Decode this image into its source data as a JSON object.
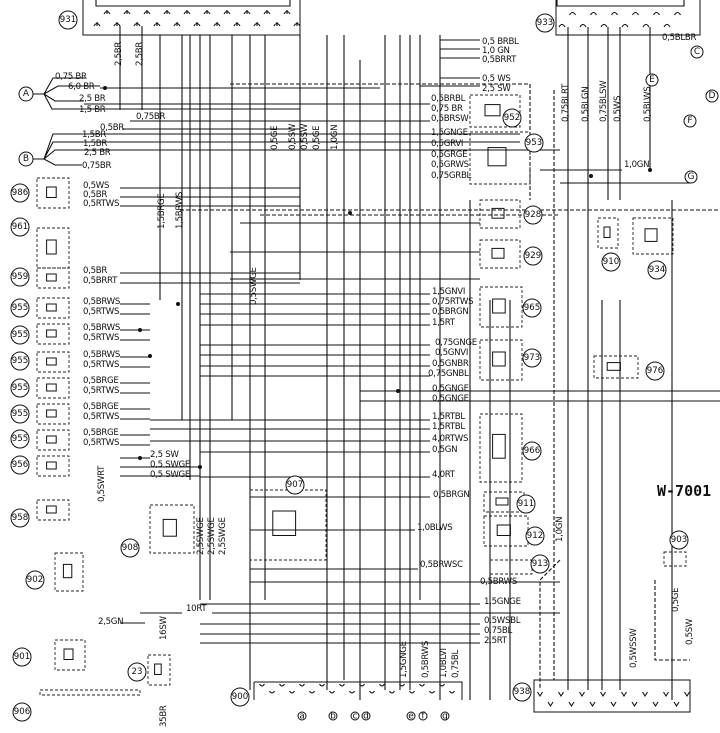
{
  "diagram_code": "W-7001",
  "connectors": {
    "top_left": "931",
    "top_right": "933",
    "bottom_left": "900",
    "bottom_right": "938"
  },
  "components": [
    {
      "id": "952"
    },
    {
      "id": "953"
    },
    {
      "id": "928"
    },
    {
      "id": "929"
    },
    {
      "id": "965"
    },
    {
      "id": "973"
    },
    {
      "id": "966"
    },
    {
      "id": "910"
    },
    {
      "id": "934"
    },
    {
      "id": "976"
    },
    {
      "id": "911"
    },
    {
      "id": "912"
    },
    {
      "id": "913"
    },
    {
      "id": "903"
    },
    {
      "id": "986"
    },
    {
      "id": "961"
    },
    {
      "id": "959"
    },
    {
      "id": "955a"
    },
    {
      "id": "955b"
    },
    {
      "id": "955c"
    },
    {
      "id": "955d"
    },
    {
      "id": "955e"
    },
    {
      "id": "955f"
    },
    {
      "id": "956"
    },
    {
      "id": "958"
    },
    {
      "id": "908"
    },
    {
      "id": "907"
    },
    {
      "id": "902"
    },
    {
      "id": "901"
    },
    {
      "id": "906"
    },
    {
      "id": "23"
    }
  ],
  "component_labels": [
    "952",
    "953",
    "928",
    "929",
    "965",
    "973",
    "966",
    "910",
    "934",
    "976",
    "911",
    "912",
    "913",
    "903",
    "986",
    "961",
    "959",
    "955",
    "955",
    "955",
    "955",
    "955",
    "955",
    "956",
    "958",
    "908",
    "907",
    "902",
    "901",
    "906",
    "23"
  ],
  "ground_points": [
    "A",
    "B",
    "C",
    "D",
    "E",
    "F",
    "G"
  ],
  "plug_900_terminals": [
    "a",
    "b",
    "c",
    "d",
    "e",
    "f",
    "g"
  ],
  "wires": {
    "ground_a": [
      "0,75 BR",
      "6,0 BR",
      "2,5 BR",
      "1,5 BR",
      "0,75BR",
      "0,5BR"
    ],
    "ground_a_vertical": [
      "2,5BR",
      "2,5BR"
    ],
    "ground_b": [
      "1,5BR",
      "1,5BR",
      "2,5 BR",
      "0,75BR"
    ],
    "s986": [
      "0,5WS",
      "0,5BR",
      "0,5RTWS"
    ],
    "s959": [
      "0,5BR",
      "0,5BRRT"
    ],
    "s955": [
      [
        "0,5BRWS",
        "0,5RTWS"
      ],
      [
        "0,5BRWS",
        "0,5RTWS"
      ],
      [
        "0,5BRWS",
        "0,5RTWS"
      ],
      [
        "0,5BRGE",
        "0,5RTWS"
      ],
      [
        "0,5BRGE",
        "0,5RTWS"
      ],
      [
        "0,5BRGE",
        "0,5RTWS"
      ]
    ],
    "s956_vertical": "0,5SWRT",
    "mid_vertical": [
      "1,5BRGE",
      "1,5BRWS",
      "0,5SWGE"
    ],
    "center_vertical": [
      "0,5GE",
      "0,5SW",
      "0,5SW",
      "0,5GE",
      "1,0GN"
    ],
    "s952": [
      "0,5BRBL",
      "0,75 BR",
      "0,5BRSW"
    ],
    "s953": [
      "1,5GNGE",
      "0,5GRVI",
      "0,5GRGE",
      "0,5GRWS",
      "0,75GRBL"
    ],
    "top_right": [
      "0,5 BRBL",
      "1,0 GN",
      "0,5BRRT",
      "0,5 WS",
      "2,5 SW"
    ],
    "right_vertical": [
      "0,75BLRT",
      "0,5BLGN",
      "0,75BLSW",
      "0,5WS",
      "0,5BLWS"
    ],
    "ground_c": "0,5BLBR",
    "g_wire": "1,0GN",
    "s965": [
      "1,5GNVI",
      "0,75RTWS",
      "0,5BRGN",
      "1,5RT"
    ],
    "s973": [
      "0,75GNGE",
      "0,5GNVI",
      "0,5GNBR",
      "0,75GNBL"
    ],
    "mid_branch": [
      "0,5GNGE",
      "0,5GNGE"
    ],
    "s966": [
      "1,5RTBL",
      "1,5RTBL",
      "4,0RTWS",
      "0,5GN",
      "4,0RT"
    ],
    "s956": [
      "2,5 SW",
      "0,5 SWGE",
      "0,5 SWGE"
    ],
    "s908_vertical": [
      "2,5SWGE",
      "2,5SWGE",
      "2,5SWGE"
    ],
    "s911": "0,5BRGN",
    "s912": "1,0BLWS",
    "s913": [
      "0,5BRWSC",
      "0,5BRWS"
    ],
    "gn_vertical": "1,0GN",
    "bottom": [
      "1,5GNGE",
      "0,5WSBL",
      "0,75BL",
      "2,5RT"
    ],
    "bottom_vertical": [
      "1,5GNGE",
      "0,5BRWS",
      "1,0BLVI",
      "0,75BL"
    ],
    "s938_vertical": "0,5WSSW",
    "s903": [
      "0,5GE",
      "0,5SW"
    ],
    "s902": "2,5GN",
    "s10rt": "10RT",
    "s23": [
      "16SW",
      "35BR"
    ]
  }
}
